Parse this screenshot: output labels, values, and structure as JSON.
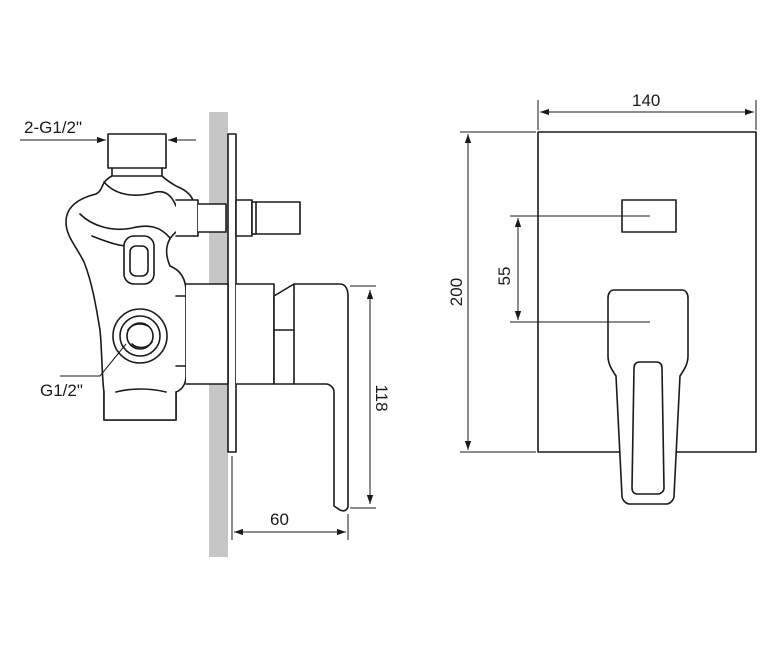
{
  "drawing": {
    "labels": {
      "outlet_thread": "2-G1/2\"",
      "inlet_thread": "G1/2\"",
      "plate_width": "140",
      "plate_height": "200",
      "center_distance": "55",
      "lever_height": "118",
      "projection_depth": "60"
    }
  }
}
